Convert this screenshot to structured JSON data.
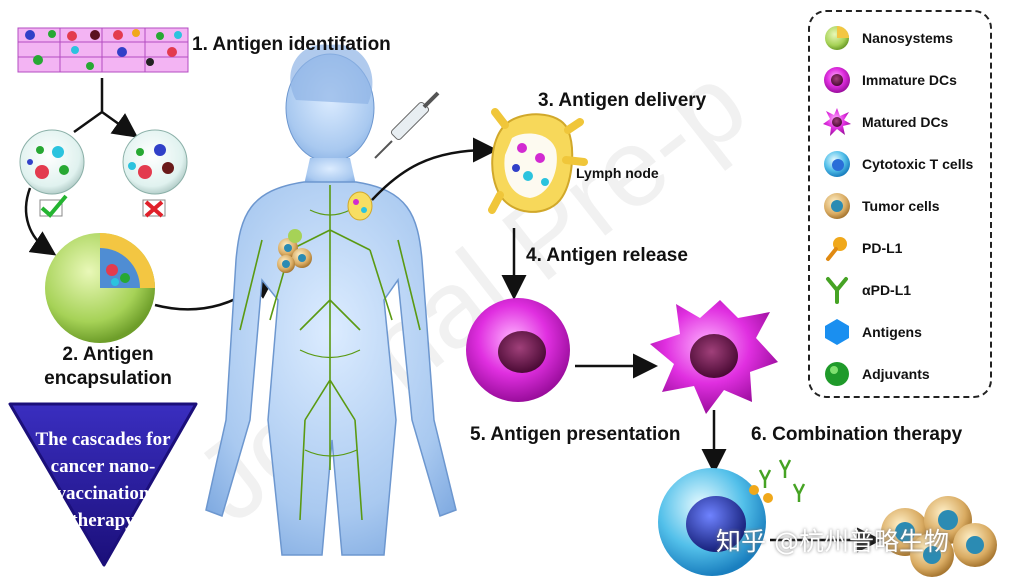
{
  "steps": {
    "s1": "1. Antigen identifation",
    "s2_line1": "2. Antigen",
    "s2_line2": "encapsulation",
    "s3": "3. Antigen delivery",
    "s4": "4. Antigen release",
    "s5": "5. Antigen presentation",
    "s6": "6. Combination therapy"
  },
  "labels": {
    "lymph_node": "Lymph node"
  },
  "triangle": {
    "lines": [
      "The cascades for",
      "cancer nano-",
      "vaccination",
      "therapy"
    ]
  },
  "legend": [
    {
      "label": "Nanosystems",
      "icon": "nanosystem-icon"
    },
    {
      "label": "Immature DCs",
      "icon": "immature-dc-icon"
    },
    {
      "label": "Matured DCs",
      "icon": "matured-dc-icon"
    },
    {
      "label": "Cytotoxic T cells",
      "icon": "t-cell-icon"
    },
    {
      "label": "Tumor cells",
      "icon": "tumor-cell-icon"
    },
    {
      "label": "PD-L1",
      "icon": "pdl1-icon"
    },
    {
      "label": "αPD-L1",
      "icon": "antibody-icon"
    },
    {
      "label": "Antigens",
      "icon": "antigen-icon"
    },
    {
      "label": "Adjuvants",
      "icon": "adjuvant-icon"
    }
  ],
  "watermark": {
    "text": "知乎 @杭州普略生物",
    "diagonal": "Journal Pre-p"
  },
  "colors": {
    "magenta": "#c21ec4",
    "green_line": "#5a9a12",
    "body_blue": "#7ea9e0",
    "triangle": "#2a1a9e"
  }
}
